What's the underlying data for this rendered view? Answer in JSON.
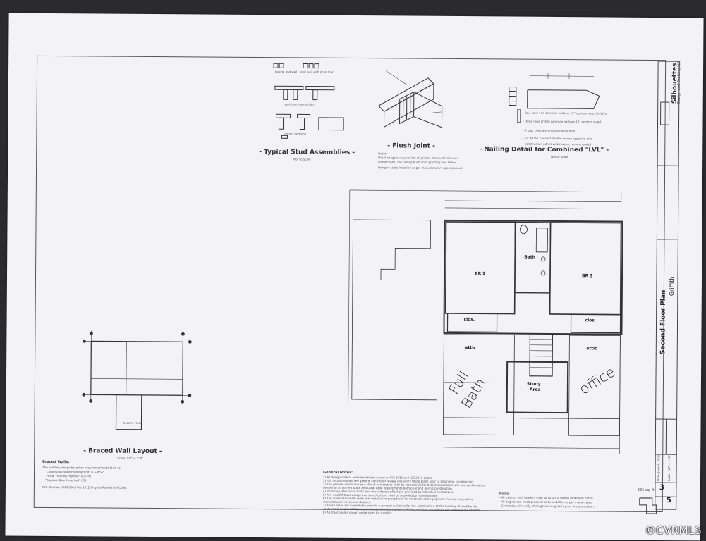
{
  "stud_assemblies": {
    "caption": "- Typical Stud Assemblies -",
    "scale": "Not to Scale",
    "labels": [
      "typical end wall",
      "end wall with point load",
      "partition intersection",
      "corner sections"
    ]
  },
  "flush_joint": {
    "caption": "- Flush Joint -",
    "notes_title": "Notes:",
    "note1": "Metal hangers required for all joist or structural member",
    "note2": "connections, use nailing flush on supporting end below.",
    "note3": "Hangers to be installed as per manufacturers specifications."
  },
  "nailing": {
    "caption": "- Nailing Detail for Combined \"LVL\" -",
    "scale": "Not to Scale",
    "note1": "- four rows 10d common nails on 12\" centers redo, for LVLs",
    "note2": "- three rows of 10d common nails on 12\" centers stagd.",
    "note3": "- 3 plus 16d nails on continuous rods",
    "note4": "- for 20 LVL connect double row on opposing side",
    "note5": "- construction adhesive between, recommended"
  },
  "floor_plan": {
    "rooms": {
      "br2": "BR 2",
      "bath": "Bath",
      "br3": "BR 3",
      "clos_left": "clos.",
      "clos_right": "clos.",
      "attic_left": "attic",
      "attic_right": "attic",
      "study": "Study",
      "study2": "Area"
    },
    "handwriting": {
      "full": "Full",
      "bath": "Bath",
      "office": "office"
    }
  },
  "braced_wall": {
    "caption": "- Braced Wall Layout -",
    "scale": "Scale: 1/8\" = 1'-0\"",
    "level": "Second Floor",
    "heading": "Braced Walls:",
    "line1": "The building design based on requirements set forth for",
    "line2": "\"Continuous Sheathing Method\" (CS-WSP)",
    "line3": "\"Portal Framing method\" (CS-PF)",
    "line4": "\"Gypsum Board method\" (GB)",
    "ref": "Ref.: Section R602.10 of the 2012 Virginia Residential Code."
  },
  "general_notes": {
    "title": "General Notes:",
    "lines": [
      "1) All design criteria and calculations based on IRC 2015 and ICC 2015 codes.",
      "2) It is recommended the general contractor review and verify these plans prior to beginning construction.",
      "3) The general contractor and all sub-contractors shall be responsible for details associated with and conformance",
      "   thereof to all current State and Local code requirements both prior and during construction.",
      "4) Plumbing, Electrical, HVAC and fire code specifications provided by individual contractors.",
      "5) Any and All Truss design and specifications shall be provided by manufacturer.",
      "6) The contractor shall verify that installation procedures for materials and equipment meet or exceed the",
      "   manufacturers recommendations.",
      "7) These plans are intended to provide a general guideline for the construction of this building. It shall be the",
      "   contractors responsibility to use standard and accepted building practices throughout the construction process.",
      "8) All steel beams shown on be sized by supplier."
    ]
  },
  "side_notes": {
    "area": "665 sq. ft.",
    "title": "Notes:",
    "line1": "- All exterior wall headers shall be (2)2 x 8 unless otherwise noted.",
    "line2": "- All engineered wood products to be installed as per manuf. spec.",
    "line3": "- Contractor will verify all rough opening sizes prior to construction."
  },
  "title_block": {
    "firm": "Silhouettes",
    "firm2": "Design and Drafting LLC",
    "sheet_title": "Second Floor Plan",
    "client": "Griffith",
    "sheet_num": "3",
    "sheet_total": "5",
    "date_label": "Date: June 1, 2020",
    "scale_label": "Scale: 1/8\" = 1'-0\""
  },
  "watermark": "©CVRMLS",
  "colors": {
    "ink": "#333333",
    "paper": "#f3f3f5",
    "background": "#2b2a2c"
  }
}
